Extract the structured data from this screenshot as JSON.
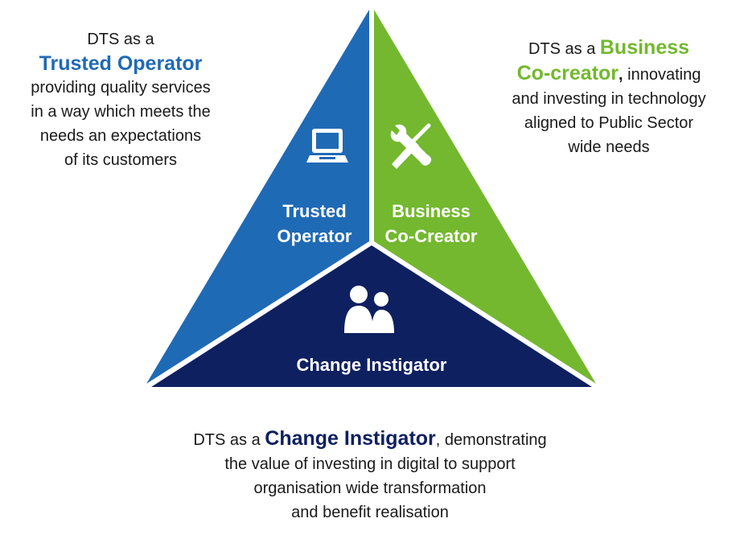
{
  "colors": {
    "trusted_operator": "#1f6ab5",
    "business_cocreator": "#73b82e",
    "change_instigator": "#0f2060"
  },
  "icons": {
    "trusted_operator": "laptop-icon",
    "business_cocreator": "tools-icon",
    "change_instigator": "people-icon"
  },
  "diagram": {
    "trusted_operator_label": [
      "Trusted",
      "Operator"
    ],
    "business_cocreator_label": [
      "Business",
      "Co-Creator"
    ],
    "change_instigator_label": "Change Instigator"
  },
  "captions": {
    "left": {
      "prefix": "DTS as a",
      "highlight": "Trusted Operator",
      "lines": [
        "providing quality services",
        "in a way which meets the",
        "needs an expectations",
        "of its customers"
      ]
    },
    "right": {
      "prefix": "DTS as a ",
      "highlight_1": "Business",
      "highlight_2": "Co-creator",
      "comma": ",",
      "line2_rest": " innovating",
      "lines": [
        "and investing in technology",
        "aligned to Public Sector",
        "wide needs"
      ]
    },
    "bottom": {
      "prefix": "DTS as a ",
      "highlight": "Change Instigator",
      "line1_rest": ", demonstrating",
      "lines": [
        "the value of investing in digital to support",
        "organisation wide transformation",
        "and benefit realisation"
      ]
    }
  }
}
